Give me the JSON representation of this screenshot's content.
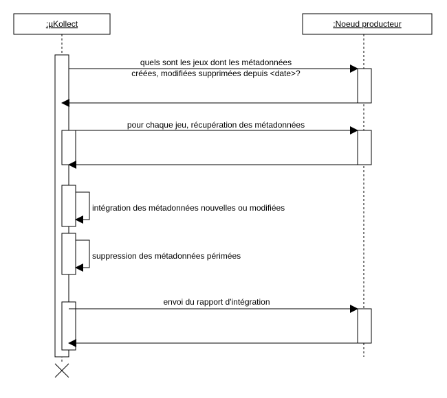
{
  "participants": [
    {
      "name": ":µKollect"
    },
    {
      "name": ":Noeud producteur"
    }
  ],
  "messages": [
    {
      "lines": [
        "quels sont les jeux dont les métadonnées",
        "créées, modifiées supprimées depuis <date>?"
      ]
    },
    {
      "lines": [
        "pour chaque jeu, récupération des métadonnées"
      ]
    },
    {
      "lines": [
        "intégration des métadonnées nouvelles ou modifiées"
      ]
    },
    {
      "lines": [
        "suppression des métadonnées périmées"
      ]
    },
    {
      "lines": [
        "envoi du rapport d'intégration"
      ]
    }
  ]
}
